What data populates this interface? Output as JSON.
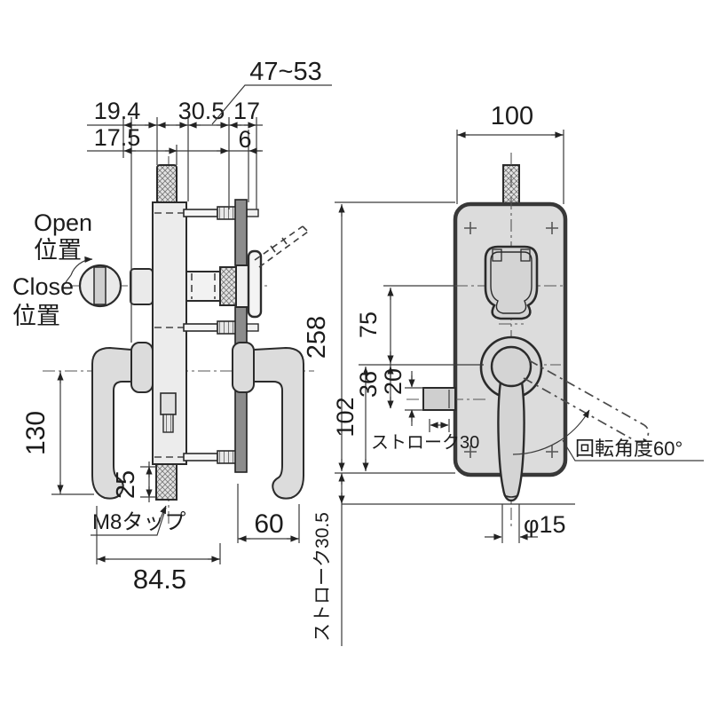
{
  "drawing": {
    "type": "door-lock-lever-handle-technical-drawing",
    "labels": {
      "top_range": "47~53",
      "d19_4": "19.4",
      "d30_5": "30.5",
      "d17": "17",
      "d17_5": "17.5",
      "d6": "6",
      "open_line1": "Open",
      "open_line2": "位置",
      "close_line1": "Close",
      "close_line2": "位置",
      "d100": "100",
      "d258": "258",
      "d75": "75",
      "d36": "36",
      "d20": "20",
      "d102": "102",
      "stroke30": "ストローク30",
      "rotation_angle": "回転角度60°",
      "d130": "130",
      "d25": "25",
      "m8_tap": "M8タップ",
      "d84_5": "84.5",
      "d60": "60",
      "phi15": "φ15",
      "stroke30_5": "ストローク30.5"
    },
    "colors": {
      "line": "#2b2b2b",
      "metal_fill": "#dcdcdc",
      "plate_fill": "#dcdcdc",
      "backplate_fill": "#8c8c8c",
      "background": "#ffffff"
    }
  }
}
